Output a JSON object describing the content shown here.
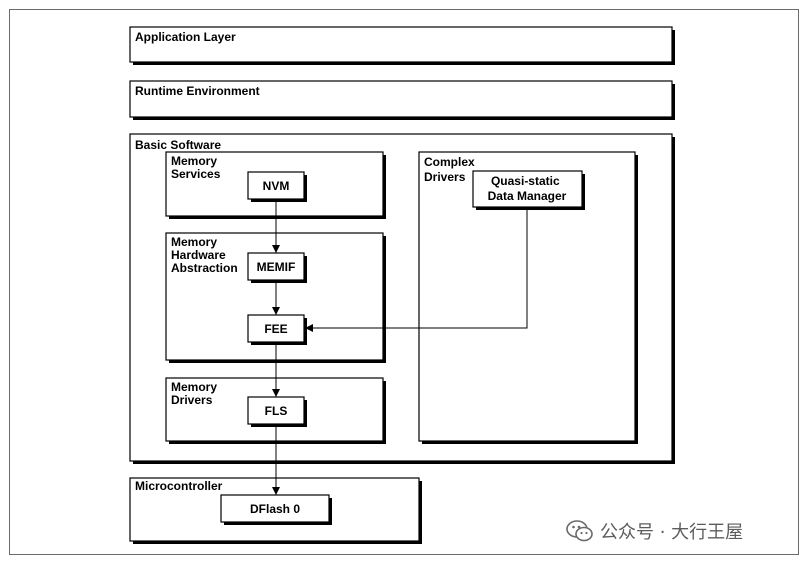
{
  "layers": {
    "application": "Application Layer",
    "runtime": "Runtime Environment",
    "basic_software": "Basic Software",
    "microcontroller": "Microcontroller"
  },
  "groups": {
    "memory_services": [
      "Memory",
      "Services"
    ],
    "memory_hw_abstraction": [
      "Memory",
      "Hardware",
      "Abstraction"
    ],
    "memory_drivers": [
      "Memory",
      "Drivers"
    ],
    "complex_drivers": [
      "Complex",
      "Drivers"
    ]
  },
  "modules": {
    "nvm": "NVM",
    "memif": "MEMIF",
    "fee": "FEE",
    "fls": "FLS",
    "dflash": "DFlash 0",
    "qsdm": [
      "Quasi-static",
      "Data Manager"
    ]
  },
  "watermark": {
    "text": "公众号 · 大行王屋",
    "icon": "wechat-icon"
  }
}
